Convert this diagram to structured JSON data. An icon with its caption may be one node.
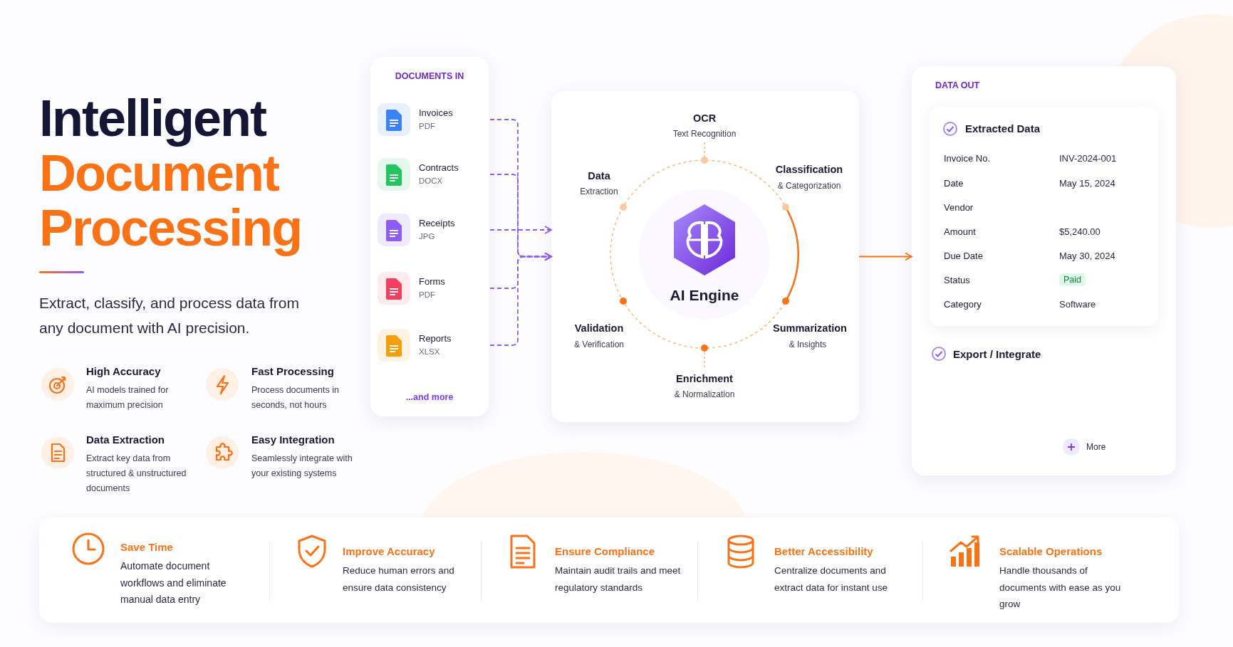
{
  "diagram": {
    "title": "Intelligent Document Processing",
    "nodes": [
      {
        "text": [
          "DOCUMENTS IN",
          "...and more"
        ]
      },
      {
        "text": [
          "Invoices",
          "PDF"
        ],
        "in": 0
      },
      {
        "text": [
          "Contracts",
          "DOCX"
        ],
        "in": 0
      },
      {
        "text": [
          "Receipts",
          "JPG"
        ],
        "in": 0
      },
      {
        "text": [
          "Forms",
          "PDF"
        ],
        "in": 0
      },
      {
        "text": [
          "Reports",
          "XLSX"
        ],
        "in": 0
      },
      {
        "text": [],
        "shape": "box"
      },
      {
        "text": [
          "AI Engine"
        ],
        "in": 6
      },
      {
        "text": [
          "DATA OUT"
        ]
      },
      {
        "text": [
          "Extracted Data"
        ],
        "in": 8
      }
    ],
    "edges": [
      {
        "from": 1,
        "to": 6,
        "arrow": "to",
        "style": "dashed"
      },
      {
        "from": 2,
        "to": 6,
        "arrow": "to",
        "style": "dashed"
      },
      {
        "from": 3,
        "to": 6,
        "arrow": "to",
        "style": "dashed"
      },
      {
        "from": 4,
        "to": 6,
        "arrow": "to",
        "style": "dashed"
      },
      {
        "from": 5,
        "to": 6,
        "arrow": "to",
        "style": "dashed"
      },
      {
        "from": 6,
        "to": 8,
        "arrow": "to",
        "color": "#f97316"
      }
    ],
    "labels": [
      "Extract, classify, and process data from any document with AI precision.",
      "High Accuracy",
      "AI models trained for maximum precision",
      "Fast Processing",
      "Process documents in seconds, not hours",
      "Data Extraction",
      "Extract key data from structured & unstructured documents",
      "Easy Integration",
      "Seamlessly integrate with your existing systems",
      "OCR",
      "Text Recognition",
      "Data",
      "Extraction",
      "Classification",
      "& Categorization",
      "Validation",
      "& Verification",
      "Summarization",
      "& Insights",
      "Enrichment",
      "& Normalization",
      "Invoice No.",
      "INV-2024-001",
      "Date",
      "May 15, 2024",
      "Vendor",
      "Amount",
      "$5,240.00",
      "Due Date",
      "May 30, 2024",
      "Status",
      "Paid",
      "Category",
      "Software",
      "Export / Integrate",
      "More",
      "Save Time",
      "Automate document workflows and eliminate manual data entry",
      "Improve Accuracy",
      "Reduce human errors and ensure data consistency",
      "Ensure Compliance",
      "Maintain audit trails and meet regulatory standards",
      "Better Accessibility",
      "Centralize documents and extract data for instant use",
      "Scalable Operations",
      "Handle thousands of documents with ease as you grow"
    ]
  }
}
